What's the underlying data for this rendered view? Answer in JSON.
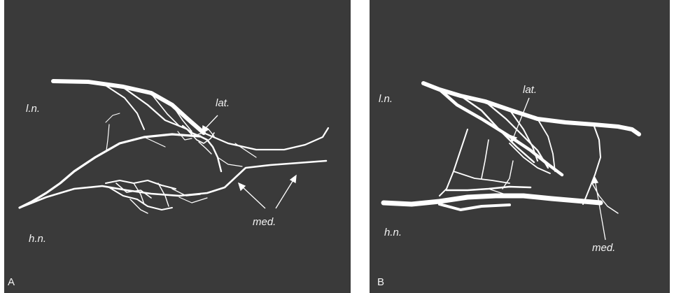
{
  "panels": [
    {
      "letter": "A",
      "labels": {
        "ln": "l.n.",
        "hn": "h.n.",
        "lat": "lat.",
        "med": "med."
      }
    },
    {
      "letter": "B",
      "labels": {
        "ln": "l.n.",
        "hn": "h.n.",
        "lat": "lat.",
        "med": "med."
      }
    }
  ],
  "colors": {
    "background": "#3a3a3a",
    "vessels": "#ffffff",
    "text": "#f2f2f2"
  }
}
